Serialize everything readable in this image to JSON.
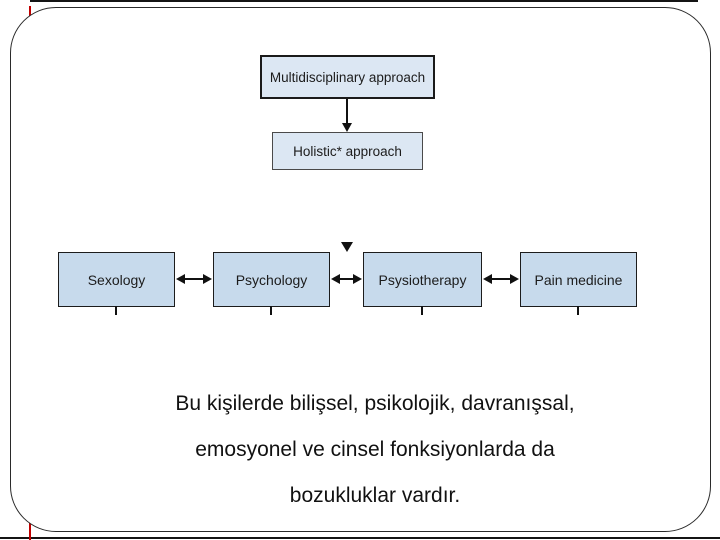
{
  "slide": {
    "flowchart": {
      "top_box": "Multidisciplinary approach",
      "mid_box": "Holistic* approach",
      "row_boxes": [
        "Sexology",
        "Psychology",
        "Psysiotherapy",
        "Pain medicine"
      ]
    },
    "body_text": {
      "line1": "Bu kişilerde bilişsel, psikolojik, davranışsal,",
      "line2": "emosyonel ve cinsel fonksiyonlarda da",
      "line3": "bozukluklar vardır."
    },
    "colors": {
      "accent_line": "#c00000",
      "box_fill_top": "#dce7f3",
      "box_fill_row": "#c7daec",
      "box_border": "#1c1c1c"
    }
  }
}
